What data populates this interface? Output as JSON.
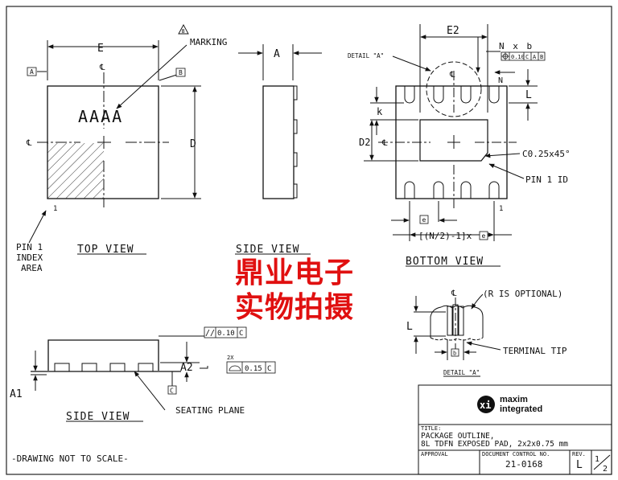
{
  "top_view": {
    "dim_e": "E",
    "datum_a": "A",
    "datum_b": "B",
    "marking_flag": "8",
    "marking_label": "MARKING",
    "marking_text": "AAAA",
    "dim_d": "D",
    "pin1_num": "1",
    "pin1_label_1": "PIN 1",
    "pin1_label_2": "INDEX",
    "pin1_label_3": "AREA",
    "title": "TOP VIEW",
    "centerline": "℄"
  },
  "side_view_upper": {
    "dim_a": "A",
    "title": "SIDE VIEW"
  },
  "bottom_view": {
    "detail_a": "DETAIL \"A\"",
    "dim_e2": "E2",
    "n_x_b": "N x b",
    "fcf_value": "0.10",
    "fcf_datums": [
      "C",
      "A",
      "B"
    ],
    "pin_n": "N",
    "dim_l": "L",
    "dim_k": "k",
    "dim_d2": "D2",
    "chamfer": "C0.25x45°",
    "pin1_id": "PIN 1 ID",
    "pin1_num": "1",
    "pitch_e": "e",
    "pitch_formula": "[(N/2)-1]x",
    "pitch_e2": "e",
    "title": "BOTTOM VIEW"
  },
  "watermark": {
    "line1": "鼎业电子",
    "line2": "实物拍摄"
  },
  "detail_view": {
    "r_optional": "(R IS OPTIONAL)",
    "dim_l": "L",
    "b_box": "b",
    "terminal_tip": "TERMINAL TIP",
    "label": "DETAIL \"A\""
  },
  "side_view_lower": {
    "flat_sym": "//",
    "flat_val": "0.10",
    "flat_datum": "C",
    "dim_a2": "A2",
    "dim_a1": "A1",
    "datum_c": "C",
    "twox": "2X",
    "profile_val": "0.15",
    "profile_datum": "C",
    "seating_plane": "SEATING PLANE",
    "title": "SIDE VIEW"
  },
  "note": "-DRAWING NOT TO SCALE-",
  "title_block": {
    "brand_line1": "maxim",
    "brand_line2": "integrated",
    "title_label": "TITLE:",
    "title_line1": "PACKAGE OUTLINE,",
    "title_line2": "8L TDFN EXPOSED PAD, 2x2x0.75 mm",
    "approval_label": "APPROVAL",
    "doc_control_label": "DOCUMENT CONTROL NO.",
    "doc_control_value": "21-0168",
    "rev_label": "REV.",
    "rev_value": "L",
    "sheet_top": "1",
    "sheet_bottom": "2"
  }
}
